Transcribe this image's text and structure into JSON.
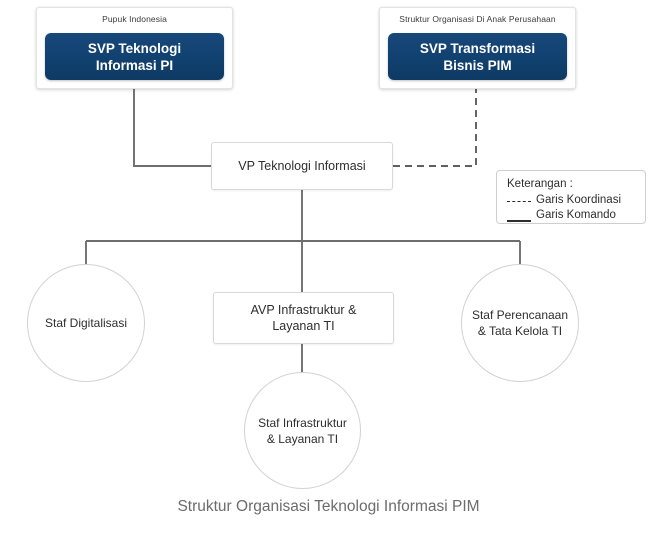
{
  "caption": "Struktur Organisasi Teknologi Informasi PIM",
  "top_cards": [
    {
      "id": "pupuk-indonesia",
      "title": "Pupuk Indonesia",
      "box_label": "SVP Teknologi\nInformasi PI",
      "box_line1": "SVP Teknologi",
      "box_line2": "Informasi PI",
      "box_color": "#11416f"
    },
    {
      "id": "anak-perusahaan",
      "title": "Struktur Organisasi Di Anak Perusahaan",
      "box_label": "SVP Transformasi\nBisnis PIM",
      "box_line1": "SVP Transformasi",
      "box_line2": "Bisnis PIM",
      "box_color": "#11416f"
    }
  ],
  "nodes": {
    "vp": {
      "label": "VP Teknologi Informasi",
      "shape": "rect"
    },
    "avp": {
      "line1": "AVP Infrastruktur &",
      "line2": "Layanan TI",
      "shape": "rect"
    },
    "staf_digitalisasi": {
      "label": "Staf Digitalisasi",
      "shape": "circle"
    },
    "staf_perencanaan": {
      "line1": "Staf Perencanaan",
      "line2": "& Tata Kelola TI",
      "shape": "circle"
    },
    "staf_infrastruktur": {
      "line1": "Staf Infrastruktur",
      "line2": "& Layanan TI",
      "shape": "circle"
    }
  },
  "legend": {
    "title": "Keterangan :",
    "items": [
      {
        "style": "dashed",
        "label": "Garis Koordinasi"
      },
      {
        "style": "solid",
        "label": "Garis Komando"
      }
    ]
  },
  "colors": {
    "navy": "#11416f",
    "line": "#6e6e6e",
    "node_border": "#d4d4d4",
    "caption": "#6c6c6c"
  }
}
